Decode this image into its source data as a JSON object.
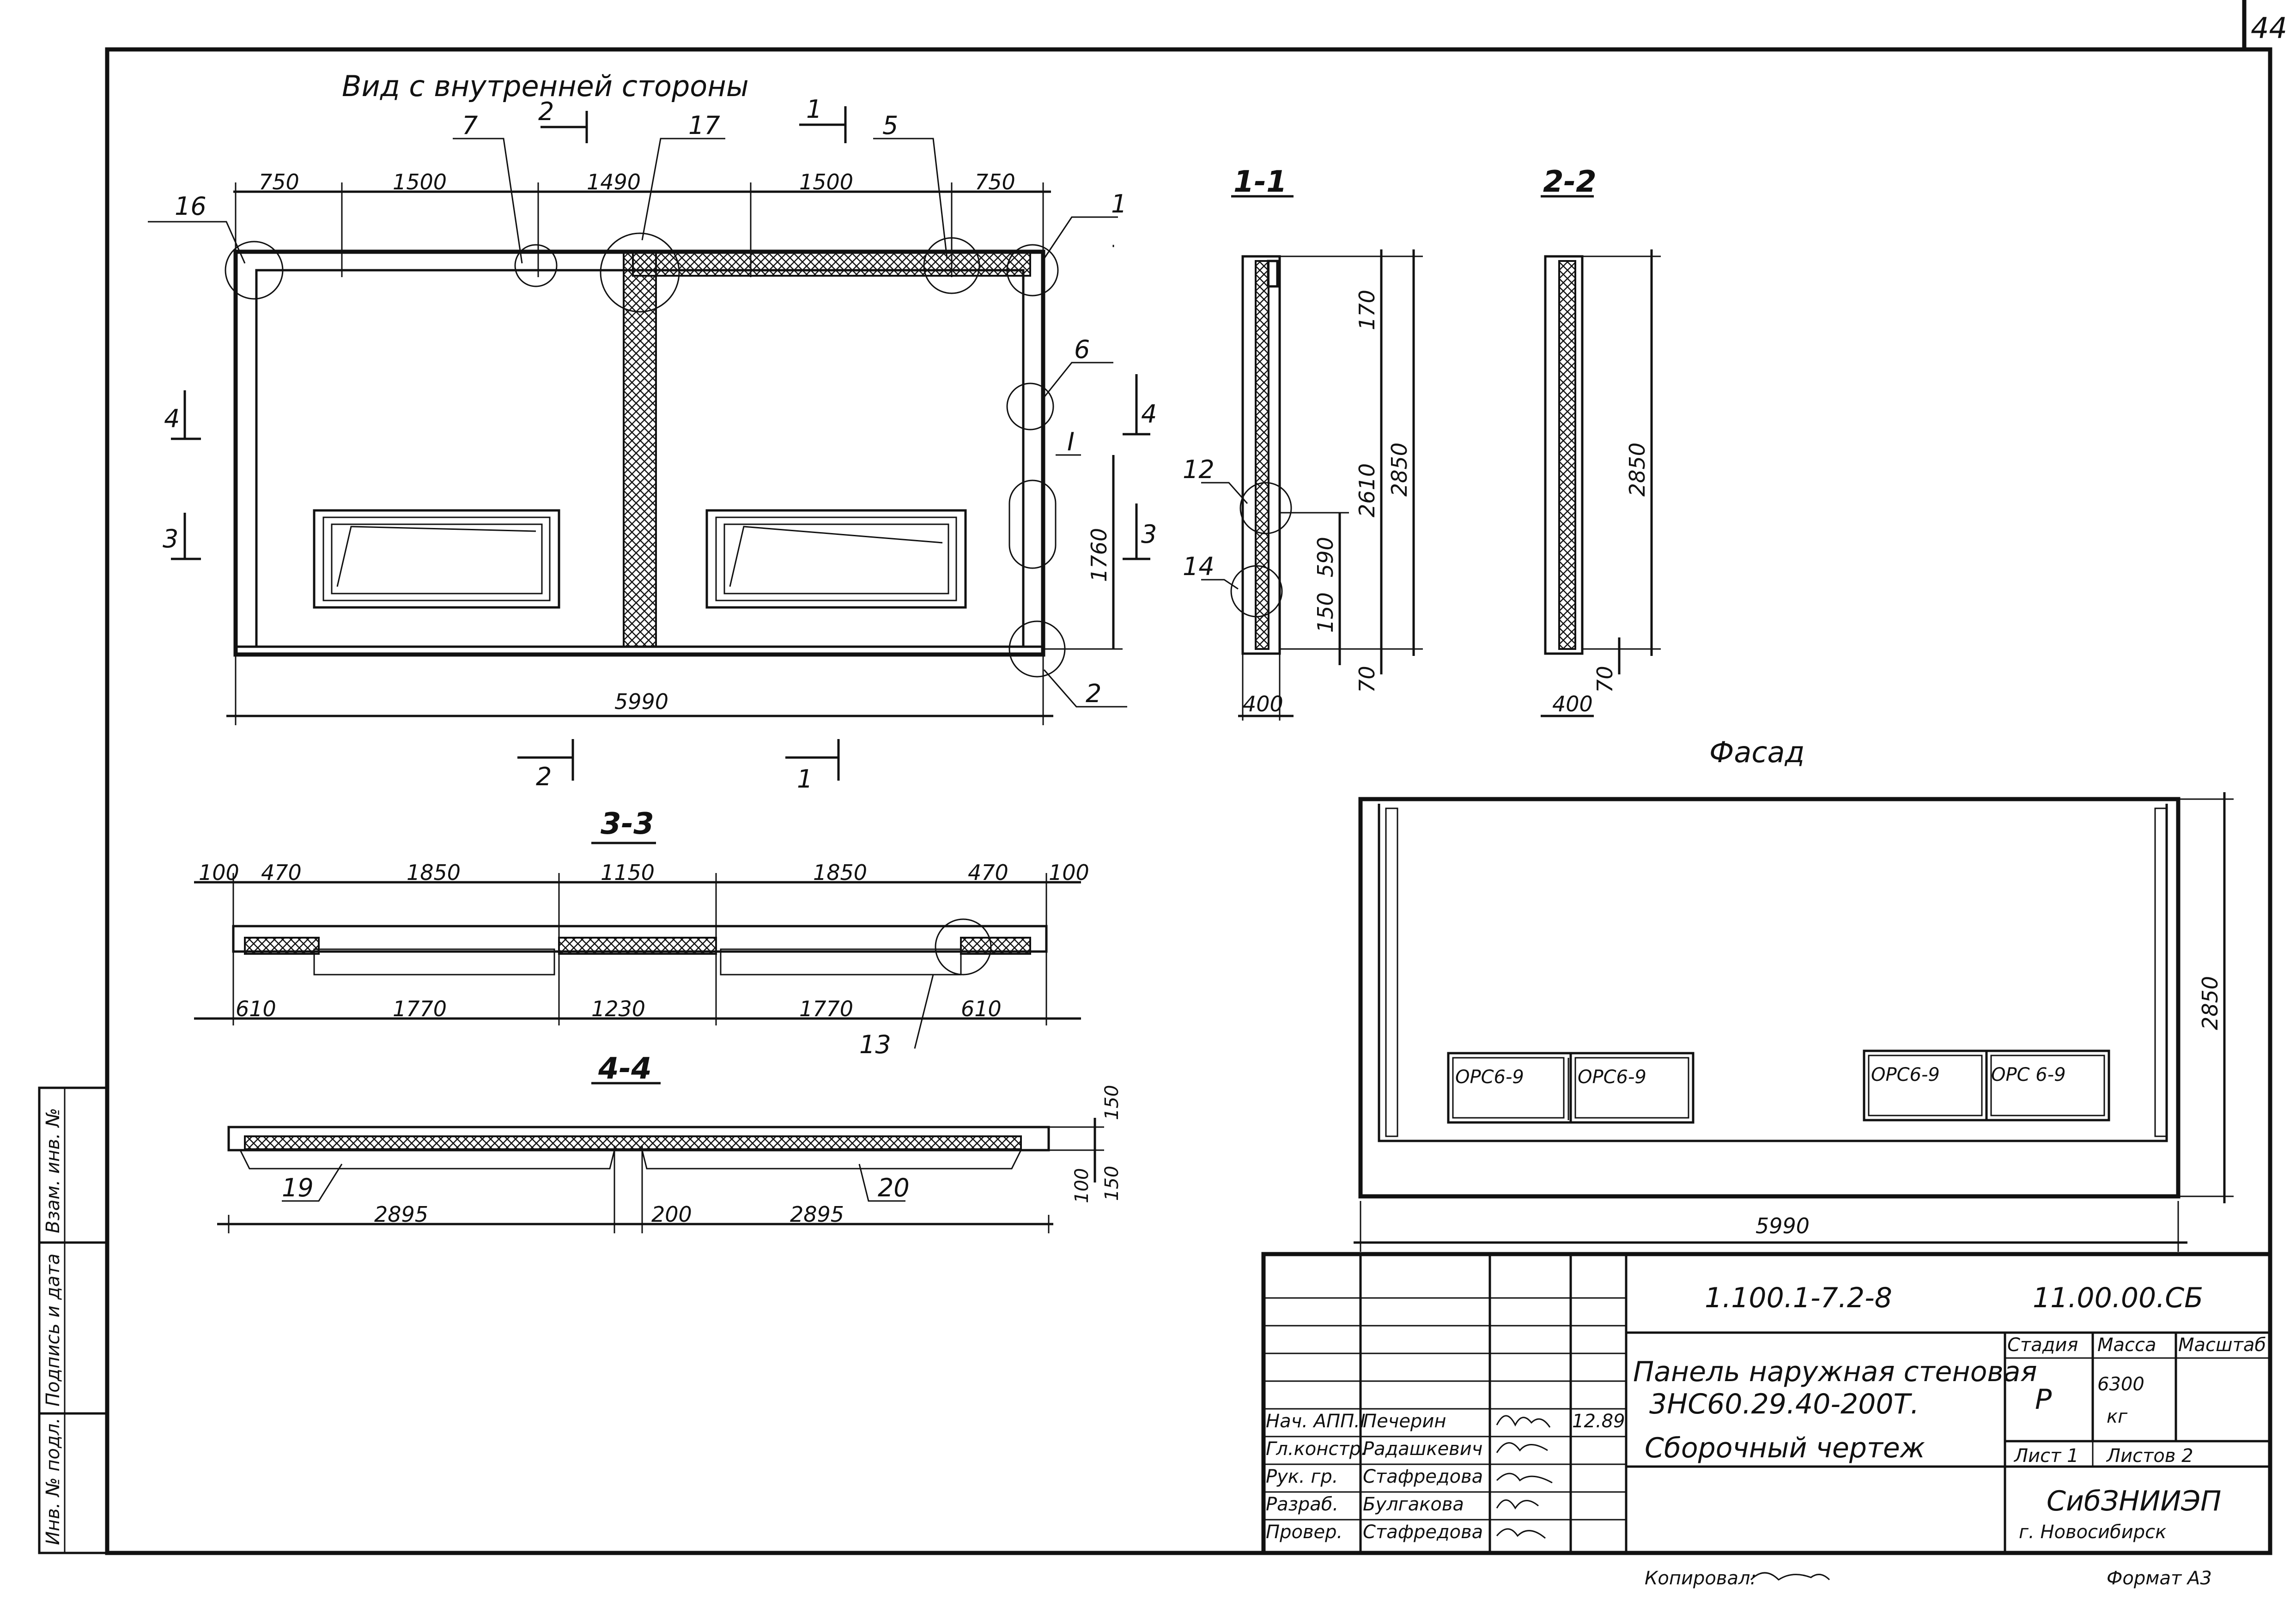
{
  "page_number": "44",
  "main_view": {
    "title": "Вид с внутренней стороны",
    "top_dims": [
      "750",
      "1500",
      "1490",
      "1500",
      "750"
    ],
    "bottom_dim": "5990",
    "height_dim": "1760",
    "callouts": [
      "16",
      "7",
      "17",
      "5",
      "1",
      "6",
      "I",
      "2"
    ],
    "section_marks": {
      "s2": "2",
      "s1": "1",
      "s4": "4",
      "s3": "3"
    }
  },
  "section_1_1": {
    "title": "1-1",
    "dims": [
      "170",
      "2610",
      "2850",
      "590",
      "150",
      "70",
      "400"
    ],
    "callouts": [
      "12",
      "14"
    ]
  },
  "section_2_2": {
    "title": "2-2",
    "dims": [
      "2850",
      "70",
      "400"
    ]
  },
  "section_3_3": {
    "title": "3-3",
    "top_dims": [
      "100",
      "470",
      "1850",
      "1150",
      "1850",
      "470",
      "100"
    ],
    "bottom_dims": [
      "610",
      "1770",
      "1230",
      "1770",
      "610"
    ],
    "callout": "13"
  },
  "section_4_4": {
    "title": "4-4",
    "dims": [
      "2895",
      "200",
      "2895",
      "150",
      "100",
      "150"
    ],
    "callouts": [
      "19",
      "20"
    ]
  },
  "facade": {
    "title": "Фасад",
    "windows": [
      "ОРС6-9",
      "ОРС6-9",
      "ОРС6-9",
      "ОРС 6-9"
    ],
    "width_dim": "5990",
    "height_dim": "2850"
  },
  "side_stamp": {
    "inv_podl": "Инв. № подл.",
    "podpis": "Подпись и дата",
    "vzam": "Взам. инв. №"
  },
  "title_block": {
    "doc_code": "1.100.1-7.2-8",
    "sheet_code": "11.00.00.СБ",
    "name_line1": "Панель наружная стеновая",
    "name_line2": "3НС60.29.40-200Т.",
    "name_line3": "Сборочный чертеж",
    "stage_header": "Стадия",
    "mass_header": "Масса",
    "scale_header": "Масштаб",
    "stage": "Р",
    "mass": "6300",
    "mass_unit": "кг",
    "sheet": "Лист 1",
    "sheets": "Листов 2",
    "org": "СибЗНИИЭП",
    "city": "г. Новосибирск",
    "roles": [
      {
        "role": "Нач. АПП.I",
        "name": "Печерин",
        "date": "12.89"
      },
      {
        "role": "Гл.констр.",
        "name": "Радашкевич",
        "date": ""
      },
      {
        "role": "Рук. гр.",
        "name": "Стафредова",
        "date": ""
      },
      {
        "role": "Разраб.",
        "name": "Булгакова",
        "date": ""
      },
      {
        "role": "Провер.",
        "name": "Стафредова",
        "date": ""
      }
    ]
  },
  "footer": {
    "copied": "Копировал:",
    "format": "Формат А3"
  }
}
